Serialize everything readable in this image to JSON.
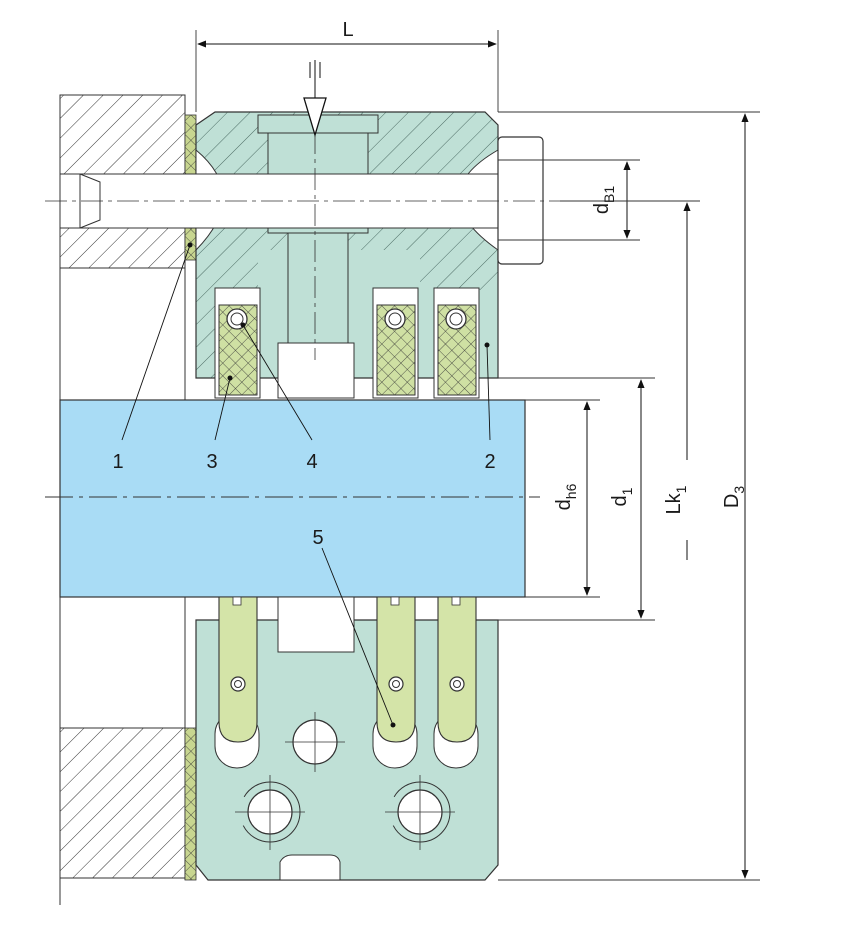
{
  "dimensions": {
    "length": "L",
    "bore_bolt": {
      "base": "d",
      "sub": "B1"
    },
    "shaft": {
      "base": "d",
      "sub": "h6"
    },
    "inner": {
      "base": "d",
      "sub": "1"
    },
    "housing_length": {
      "base": "Lk",
      "sub": "1"
    },
    "outer": {
      "base": "D",
      "sub": "3"
    }
  },
  "callouts": {
    "c1": "1",
    "c2": "2",
    "c3": "3",
    "c4": "4",
    "c5": "5"
  },
  "colors": {
    "housing": "#bfe0d6",
    "shaft": "#a9dcf5",
    "seal": "#cfe0a3",
    "spring": "#d4e4a8",
    "gasket": "#c8d690"
  }
}
